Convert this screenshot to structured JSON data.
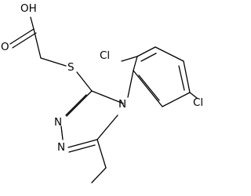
{
  "structure": {
    "atoms": {
      "oh": "OH",
      "carbonyl_o": "O",
      "s": "S",
      "n4": "N",
      "n1": "N",
      "n2": "N",
      "cl_top": "Cl",
      "cl_right": "Cl"
    },
    "colors": {
      "bonds": "#000000",
      "labels": "#000000",
      "background": "#ffffff"
    }
  }
}
